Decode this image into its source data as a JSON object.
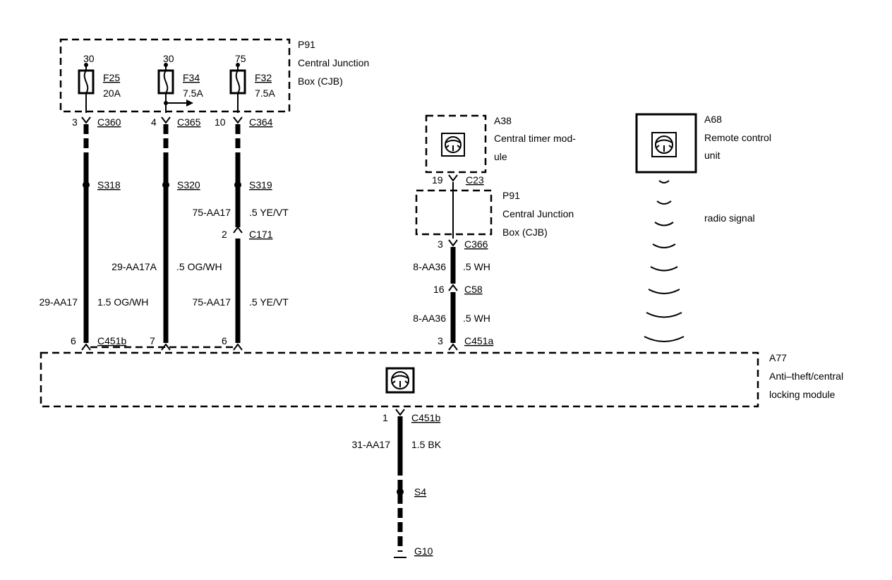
{
  "p91_top": {
    "id": "P91",
    "line1": "Central Junction",
    "line2": "Box (CJB)"
  },
  "fuses": [
    {
      "supply": "30",
      "id": "F25",
      "rating": "20A"
    },
    {
      "supply": "30",
      "id": "F34",
      "rating": "7.5A"
    },
    {
      "supply": "75",
      "id": "F32",
      "rating": "7.5A"
    }
  ],
  "left_circuits": {
    "top_connectors": [
      {
        "pin": "3",
        "name": "C360"
      },
      {
        "pin": "4",
        "name": "C365"
      },
      {
        "pin": "10",
        "name": "C364"
      }
    ],
    "splices": [
      "S318",
      "S320",
      "S319"
    ],
    "wire_75_upper": {
      "circuit": "75-AA17",
      "spec": ".5 YE/VT"
    },
    "c171": {
      "pin": "2",
      "name": "C171"
    },
    "wire_29a": {
      "circuit": "29-AA17A",
      "spec": ".5 OG/WH"
    },
    "wire_29": {
      "circuit": "29-AA17",
      "spec": "1.5 OG/WH"
    },
    "wire_75_lower": {
      "circuit": "75-AA17",
      "spec": ".5 YE/VT"
    },
    "bottom_pins": [
      "6",
      "7",
      "6"
    ],
    "bottom_connector": "C451b"
  },
  "a38": {
    "id": "A38",
    "line1": "Central timer mod-",
    "line2": "ule",
    "pin": "19",
    "connector": "C23"
  },
  "p91_mid": {
    "id": "P91",
    "line1": "Central Junction",
    "line2": "Box (CJB)"
  },
  "right_circuit": {
    "c366": {
      "pin": "3",
      "name": "C366"
    },
    "wire_upper": {
      "circuit": "8-AA36",
      "spec": ".5 WH"
    },
    "c58": {
      "pin": "16",
      "name": "C58"
    },
    "wire_lower": {
      "circuit": "8-AA36",
      "spec": ".5 WH"
    },
    "c451a": {
      "pin": "3",
      "name": "C451a"
    }
  },
  "a68": {
    "id": "A68",
    "line1": "Remote control",
    "line2": "unit"
  },
  "radio_label": "radio signal",
  "a77": {
    "id": "A77",
    "line1": "Anti–theft/central",
    "line2": "locking module"
  },
  "ground_circuit": {
    "pin": "1",
    "connector": "C451b",
    "circuit": "31-AA17",
    "spec": "1.5 BK",
    "splice": "S4",
    "ground": "G10"
  }
}
